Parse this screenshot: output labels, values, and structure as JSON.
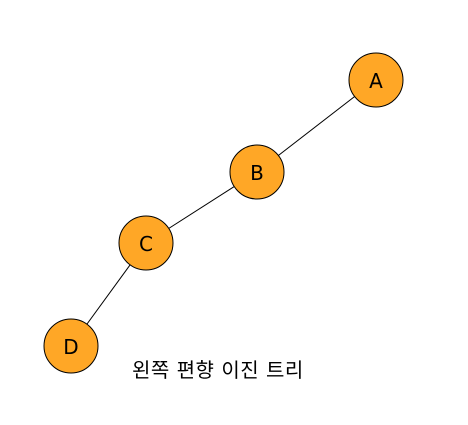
{
  "diagram": {
    "caption": "왼쪽 편향 이진 트리",
    "node_fill": "#FFA726",
    "edge_color": "#000000",
    "nodes": [
      {
        "id": "A",
        "label": "A"
      },
      {
        "id": "B",
        "label": "B"
      },
      {
        "id": "C",
        "label": "C"
      },
      {
        "id": "D",
        "label": "D"
      }
    ],
    "edges": [
      {
        "from": "A",
        "to": "B"
      },
      {
        "from": "B",
        "to": "C"
      },
      {
        "from": "C",
        "to": "D"
      }
    ]
  }
}
